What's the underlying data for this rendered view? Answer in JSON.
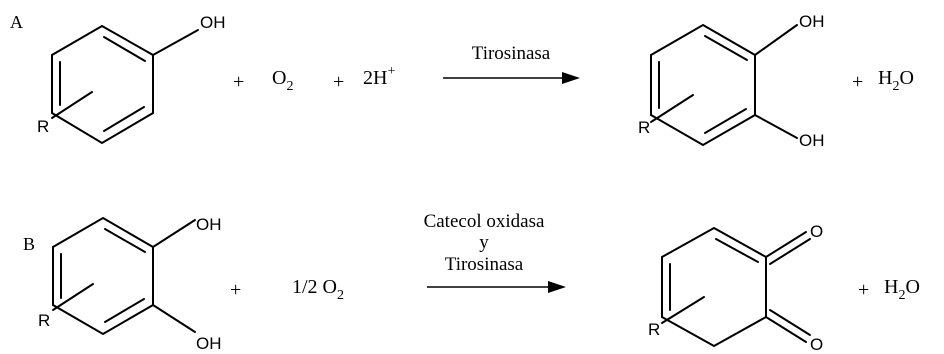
{
  "reaction_a": {
    "label": "A",
    "reactant": {
      "substituent": "R",
      "group": "OH"
    },
    "plus1": "+",
    "oxygen": {
      "base": "O",
      "sub": "2"
    },
    "plus2": "+",
    "protons": {
      "base": "2H",
      "sup": "+"
    },
    "enzyme": "Tirosinasa",
    "product": {
      "substituent": "R",
      "group_top": "OH",
      "group_bottom": "OH"
    },
    "plus3": "+",
    "water": {
      "pre": "H",
      "sub": "2",
      "post": "O"
    }
  },
  "reaction_b": {
    "label": "B",
    "reactant": {
      "substituent": "R",
      "group_top": "OH",
      "group_bottom": "OH"
    },
    "plus1": "+",
    "oxygen": {
      "base": "1/2 O",
      "sub": "2"
    },
    "enzyme_line1": "Catecol oxidasa",
    "enzyme_line2": "y",
    "enzyme_line3": "Tirosinasa",
    "product": {
      "substituent": "R",
      "group_top": "O",
      "group_bottom": "O"
    },
    "plus2": "+",
    "water": {
      "pre": "H",
      "sub": "2",
      "post": "O"
    }
  }
}
